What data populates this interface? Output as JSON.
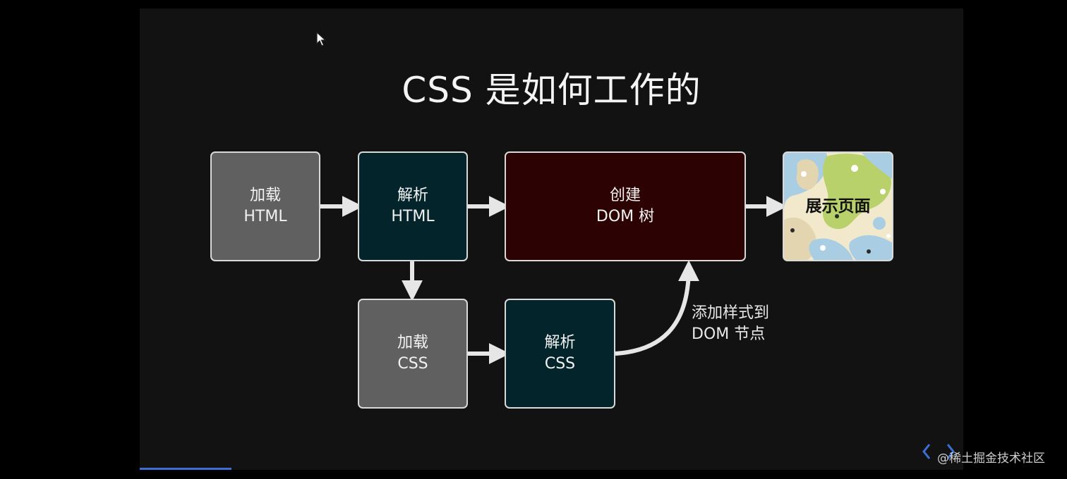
{
  "slide": {
    "title": "CSS 是如何工作的",
    "boxes": {
      "load_html": {
        "line1": "加载",
        "line2": "HTML"
      },
      "parse_html": {
        "line1": "解析",
        "line2": "HTML"
      },
      "create_dom": {
        "line1": "创建",
        "line2": "DOM 树"
      },
      "display_page": {
        "line1": "展示页面"
      },
      "load_css": {
        "line1": "加载",
        "line2": "CSS"
      },
      "parse_css": {
        "line1": "解析",
        "line2": "CSS"
      }
    },
    "apply_styles_label": {
      "line1": "添加样式到",
      "line2": "DOM 节点"
    }
  },
  "watermark": "@稀土掘金技术社区",
  "colors": {
    "slide_bg": "#121212",
    "gray_box": "#606060",
    "navy_box": "#02242a",
    "maroon_box": "#2d0202",
    "arrow": "#e6e6e6",
    "progress": "#3b6fd6",
    "nav_arrow": "#3b6fd6"
  },
  "icons": {
    "prev": "chevron-left-icon",
    "next": "chevron-right-icon",
    "cursor": "mouse-pointer-icon"
  }
}
